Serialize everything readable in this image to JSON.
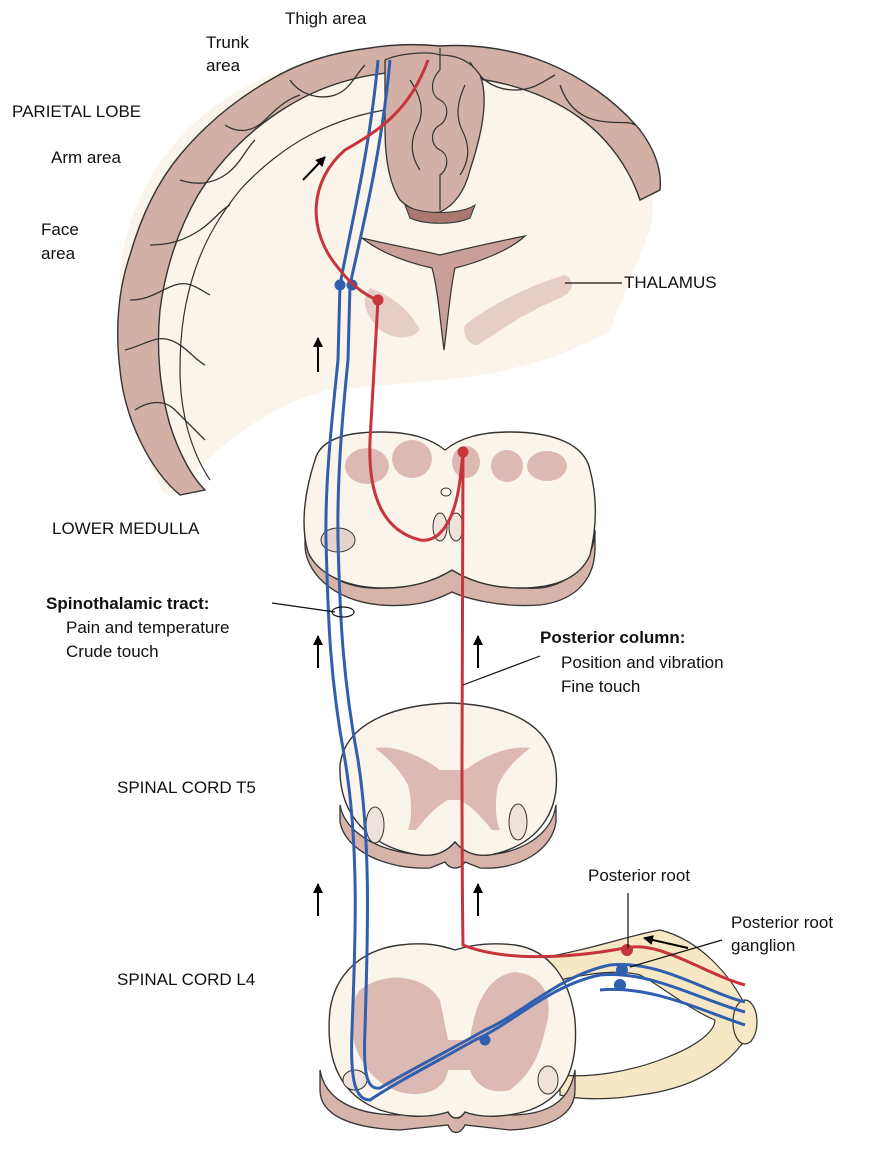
{
  "labels": {
    "thigh_area": "Thigh area",
    "trunk_area_line1": "Trunk",
    "trunk_area_line2": "area",
    "parietal_lobe": "PARIETAL LOBE",
    "arm_area": "Arm area",
    "face_area_line1": "Face",
    "face_area_line2": "area",
    "thalamus": "THALAMUS",
    "lower_medulla": "LOWER MEDULLA",
    "spinal_cord_t5": "SPINAL CORD T5",
    "spinal_cord_l4": "SPINAL CORD L4",
    "posterior_root": "Posterior root",
    "posterior_root_ganglion_line1": "Posterior root",
    "posterior_root_ganglion_line2": "ganglion"
  },
  "spinothalamic": {
    "title": "Spinothalamic tract:",
    "line1": "Pain and temperature",
    "line2": "Crude touch",
    "color": "#2f5fae"
  },
  "posterior_column": {
    "title": "Posterior column:",
    "line1": "Position and vibration",
    "line2": "Fine touch",
    "color": "#c8343c"
  },
  "colors": {
    "tissue_dark": "#c7a39a",
    "tissue_light": "#e9d3cb",
    "white_matter": "#fbf4ea",
    "gray_matter": "#dcb9b3",
    "outline": "#333333",
    "nerve": "#f6e8c4"
  }
}
